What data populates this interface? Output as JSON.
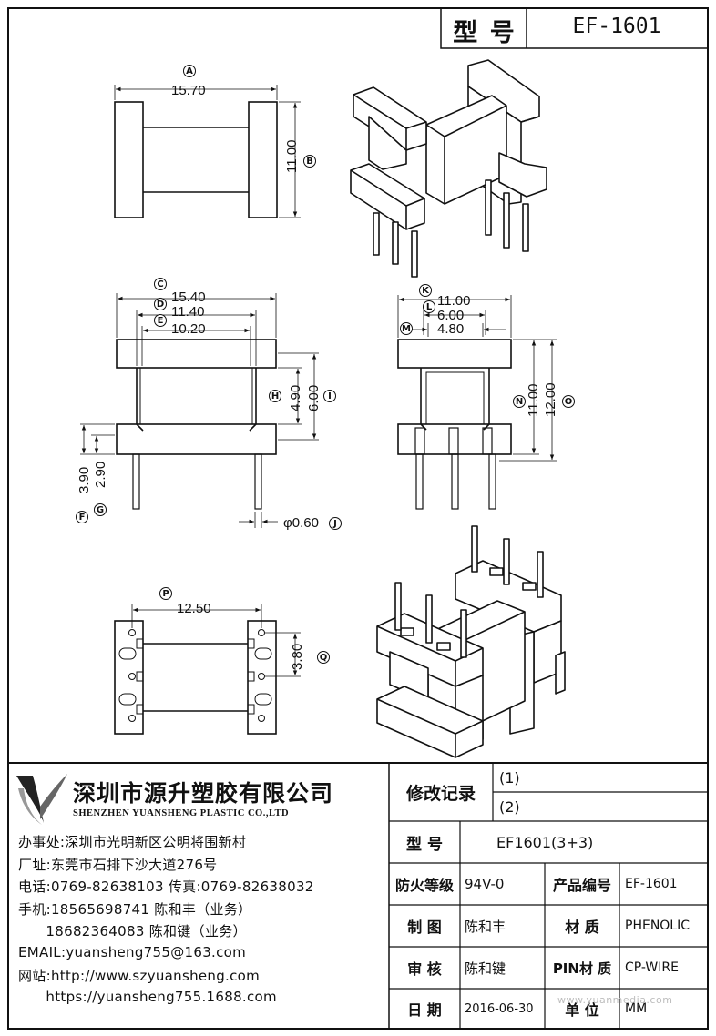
{
  "header": {
    "model_label": "型 号",
    "model_value": "EF-1601"
  },
  "dims": {
    "A": {
      "tag": "A",
      "value": "15.70"
    },
    "B": {
      "tag": "B",
      "value": "11.00"
    },
    "C": {
      "tag": "C",
      "value": "15.40"
    },
    "D": {
      "tag": "D",
      "value": "11.40"
    },
    "E": {
      "tag": "E",
      "value": "10.20"
    },
    "F": {
      "tag": "F",
      "value": "3.90"
    },
    "G": {
      "tag": "G",
      "value": "2.90"
    },
    "H": {
      "tag": "H",
      "value": "4.90"
    },
    "I": {
      "tag": "I",
      "value": "6.00"
    },
    "J": {
      "tag": "J",
      "value": "φ0.60"
    },
    "K": {
      "tag": "K",
      "value": "11.00"
    },
    "L": {
      "tag": "L",
      "value": "6.00"
    },
    "M": {
      "tag": "M",
      "value": "4.80"
    },
    "N": {
      "tag": "N",
      "value": "11.00"
    },
    "O": {
      "tag": "O",
      "value": "12.00"
    },
    "P": {
      "tag": "P",
      "value": "12.50"
    },
    "Q": {
      "tag": "Q",
      "value": "3.80"
    }
  },
  "company": {
    "name_cn": "深圳市源升塑胶有限公司",
    "name_en": "SHENZHEN YUANSHENG PLASTIC CO.,LTD",
    "lines": [
      "办事处:深圳市光明新区公明将围新村",
      "厂址:东莞市石排下沙大道276号",
      "电话:0769-82638103 传真:0769-82638032",
      "手机:18565698741 陈和丰（业务）",
      "      18682364083 陈和键（业务）",
      "EMAIL:yuansheng755@163.com",
      "网站:http://www.szyuansheng.com",
      "      https://yuansheng755.1688.com"
    ]
  },
  "revision": {
    "label": "修改记录",
    "rows": [
      "(1)",
      "(2)"
    ]
  },
  "spec": {
    "model_label": "型 号",
    "model_value": "EF1601(3+3)",
    "fire_label": "防火等级",
    "fire_value": "94V-0",
    "product_no_label": "产品编号",
    "product_no_value": "EF-1601",
    "drawn_label": "制 图",
    "drawn_value": "陈和丰",
    "material_label": "材 质",
    "material_value": "PHENOLIC",
    "review_label": "审 核",
    "review_value": "陈和键",
    "pin_label": "PIN材 质",
    "pin_value": "CP-WIRE",
    "date_label": "日 期",
    "date_value": "2016-06-30",
    "unit_label": "单 位",
    "unit_value": "MM"
  },
  "watermark": "www.yuanmedia.com"
}
